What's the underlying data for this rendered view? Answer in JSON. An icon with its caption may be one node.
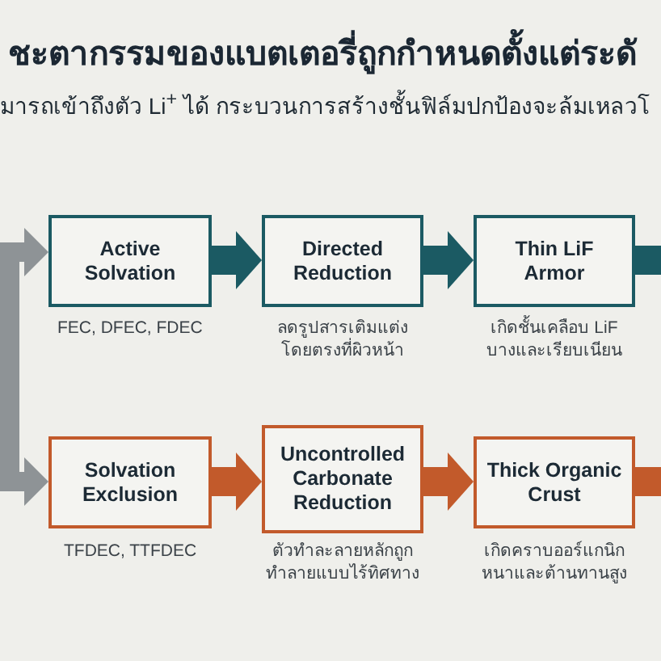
{
  "diagram": {
    "title": "ชะตากรรมของแบตเตอรี่ถูกกำหนดตั้งแต่ระดั",
    "nodes": [
      {
        "text": [
          "Active Solvation"
        ],
        "beside": [
          "FEC, DFEC, FDEC"
        ]
      },
      {
        "text": [
          "Directed Reduction"
        ],
        "beside": [
          "ลดรูปสารเติมแต่งโดยตรงที่ผิวหน้า"
        ]
      },
      {
        "text": [
          "Thin LiF Armor"
        ],
        "beside": [
          "เกิดชั้นเคลือบ LiF บางและเรียบเนียน"
        ]
      },
      {
        "text": [
          "Solvation Exclusion"
        ],
        "beside": [
          "TFDEC, TTFDEC"
        ]
      },
      {
        "text": [
          "Uncontrolled Carbonate Reduction"
        ],
        "beside": [
          "ตัวทำละลายหลักถูกทำลายแบบไร้ทิศทาง"
        ]
      },
      {
        "text": [
          "Thick Organic Crust"
        ],
        "beside": [
          "เกิดคราบออร์แกนิกหนาและต้านทานสูง"
        ]
      }
    ],
    "edges": [
      {
        "from": null,
        "to": 0,
        "arrow": "to",
        "color": "#8e9396"
      },
      {
        "from": null,
        "to": 3,
        "arrow": "to",
        "color": "#8e9396"
      },
      {
        "from": 0,
        "to": 1,
        "arrow": "to"
      },
      {
        "from": 1,
        "to": 2,
        "arrow": "to"
      },
      {
        "from": 2,
        "to": null,
        "arrow": "none"
      },
      {
        "from": 3,
        "to": 4,
        "arrow": "to",
        "color": "#c25a2b"
      },
      {
        "from": 4,
        "to": 5,
        "arrow": "to",
        "color": "#c25a2b"
      },
      {
        "from": 5,
        "to": null,
        "arrow": "none",
        "color": "#c25a2b"
      }
    ],
    "labels": [
      "มารถเข้าถึงตัว Li$^{+}$ ได้ กระบวนการสร้างชั้นฟิล์มปกป้องจะล้มเหลวโ"
    ]
  }
}
